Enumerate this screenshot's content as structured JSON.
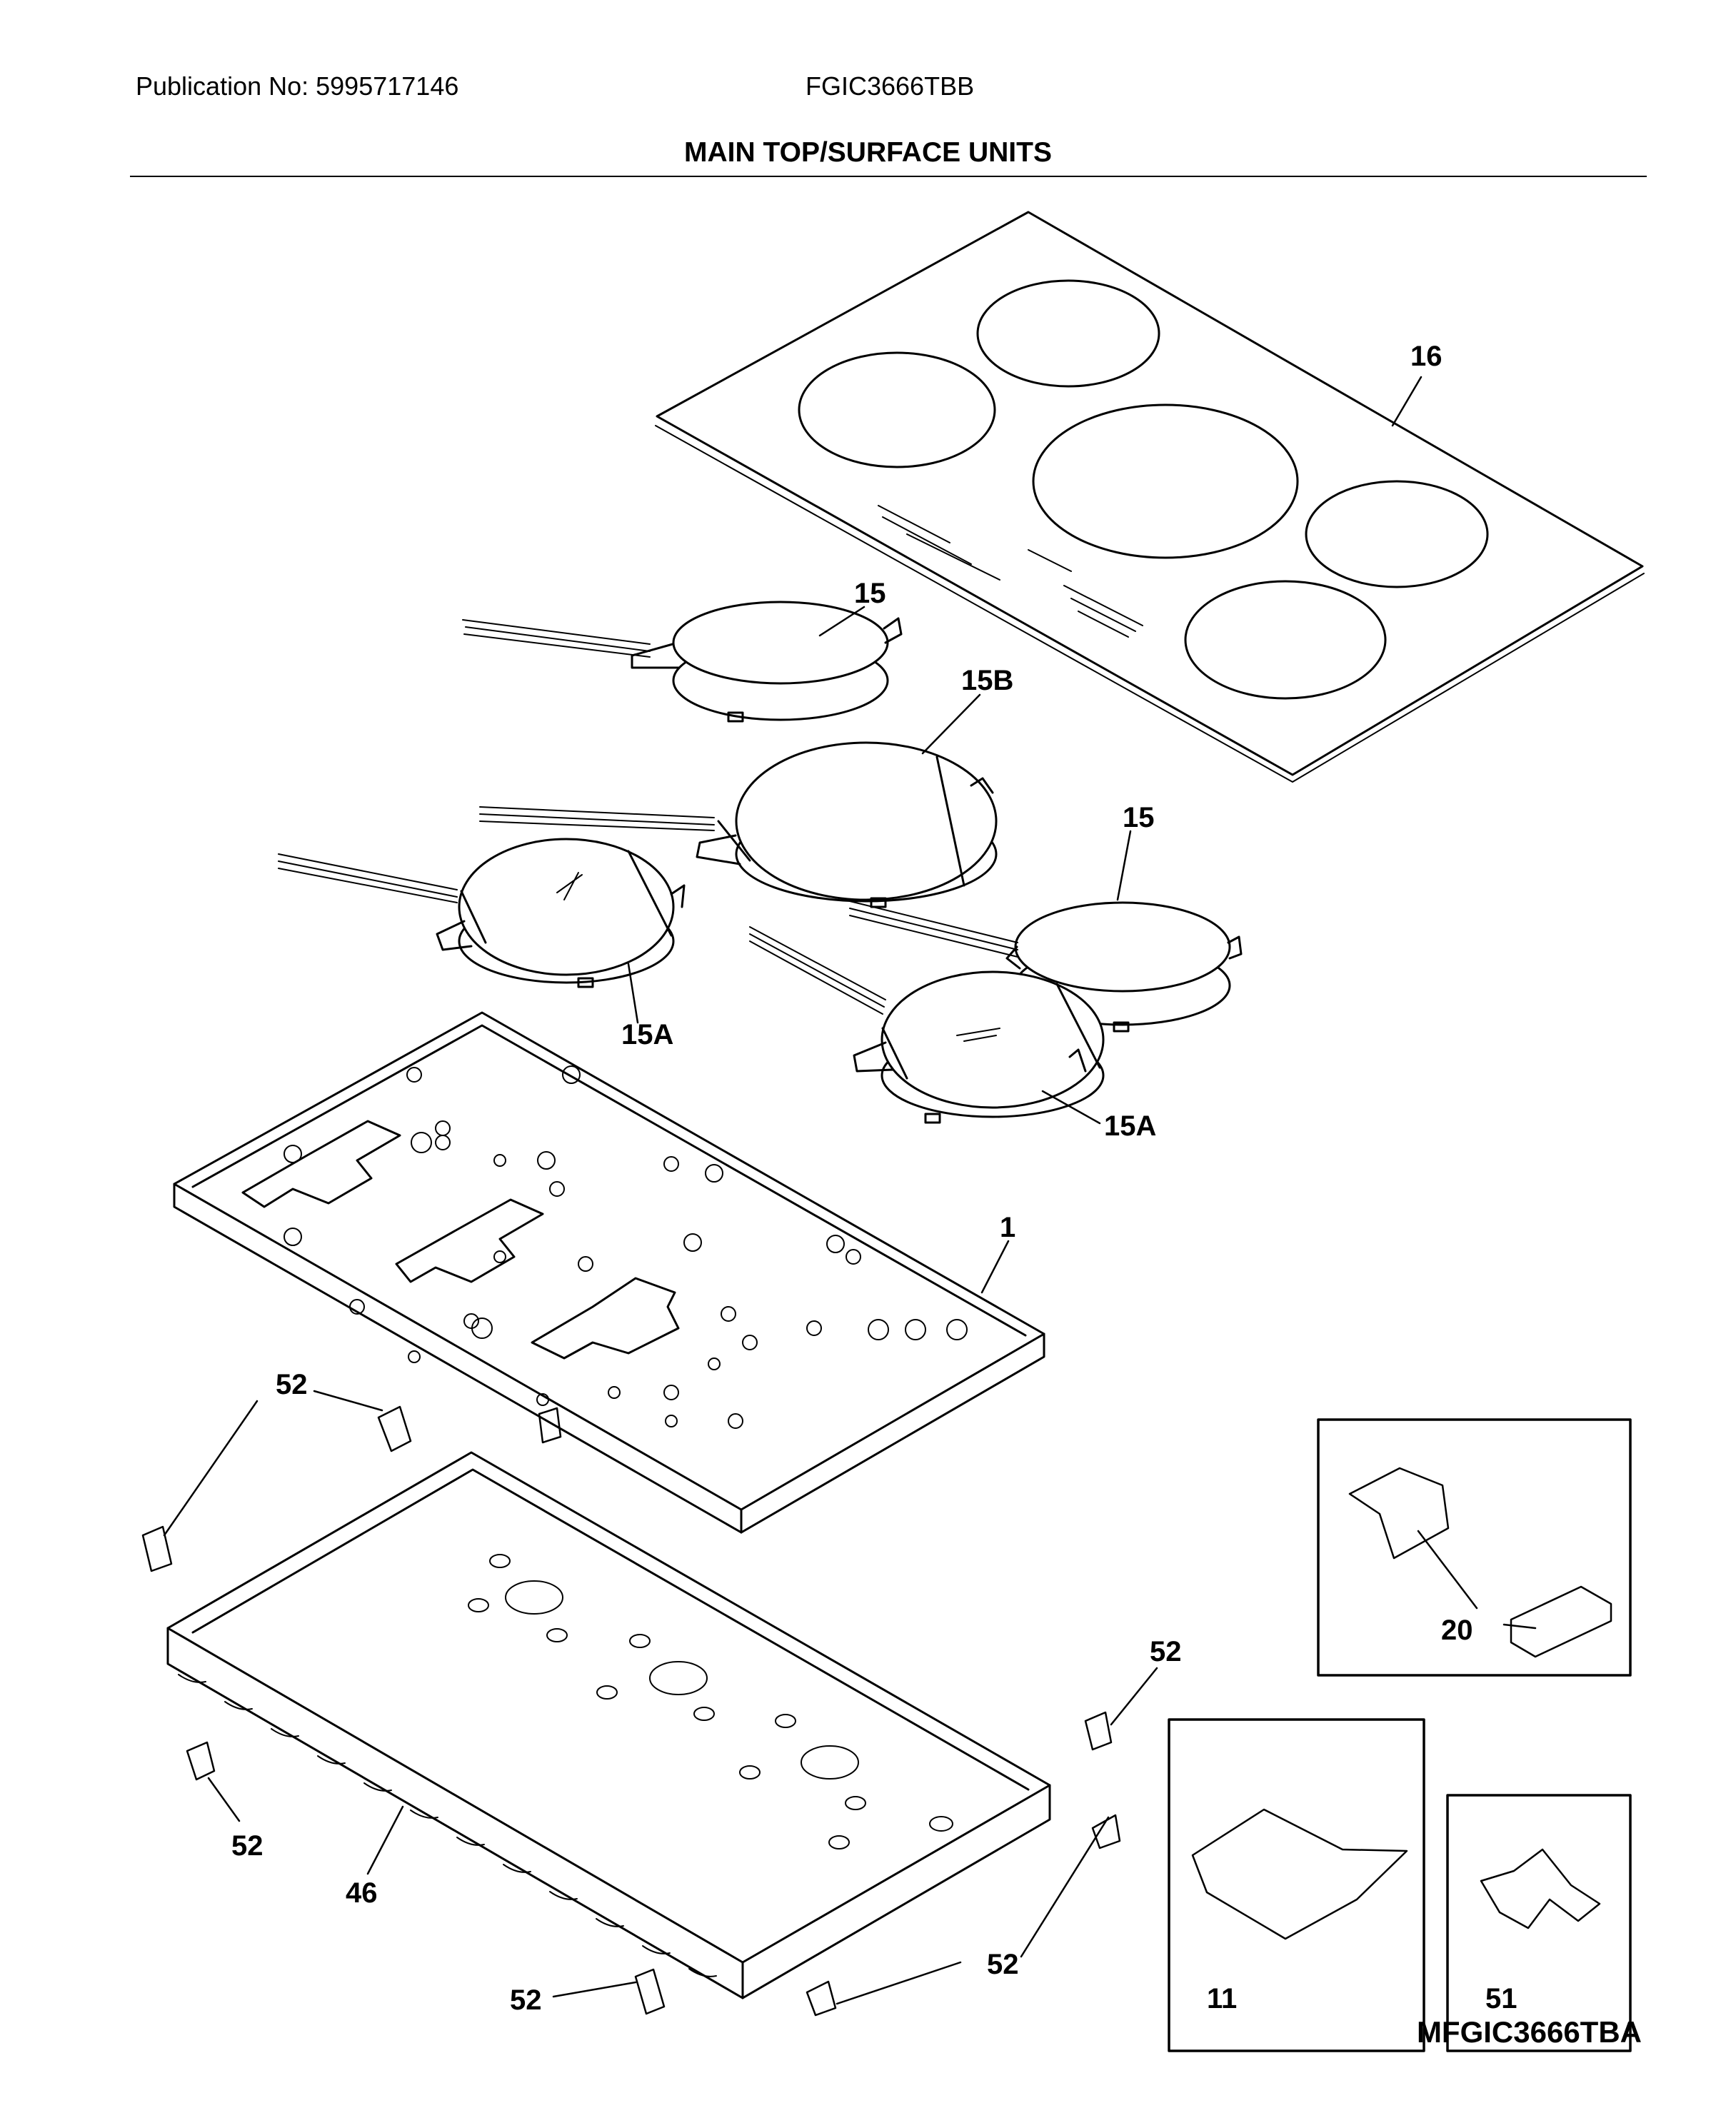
{
  "header": {
    "publication": "Publication No: 5995717146",
    "model": "FGIC3666TBB",
    "title": "MAIN TOP/SURFACE UNITS"
  },
  "callouts": {
    "c16": "16",
    "c15_top": "15",
    "c15b": "15B",
    "c15_right": "15",
    "c15a_left": "15A",
    "c15a_right": "15A",
    "c1": "1",
    "c52_a": "52",
    "c52_b": "52",
    "c52_c": "52",
    "c52_d": "52",
    "c52_e": "52",
    "c46": "46",
    "c20": "20",
    "c11": "11",
    "c51": "51"
  },
  "footer": {
    "reference": "MFGIC3666TBA"
  }
}
